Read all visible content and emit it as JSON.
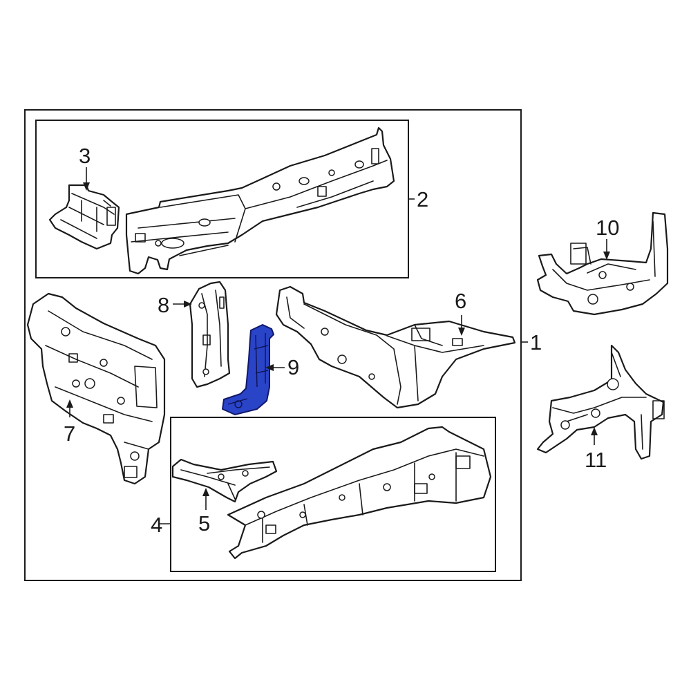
{
  "callouts": {
    "c1": "1",
    "c2": "2",
    "c3": "3",
    "c4": "4",
    "c5": "5",
    "c6": "6",
    "c7": "7",
    "c8": "8",
    "c9": "9",
    "c10": "10",
    "c11": "11"
  },
  "highlight": {
    "part": "9",
    "color": "#2a44c8"
  }
}
